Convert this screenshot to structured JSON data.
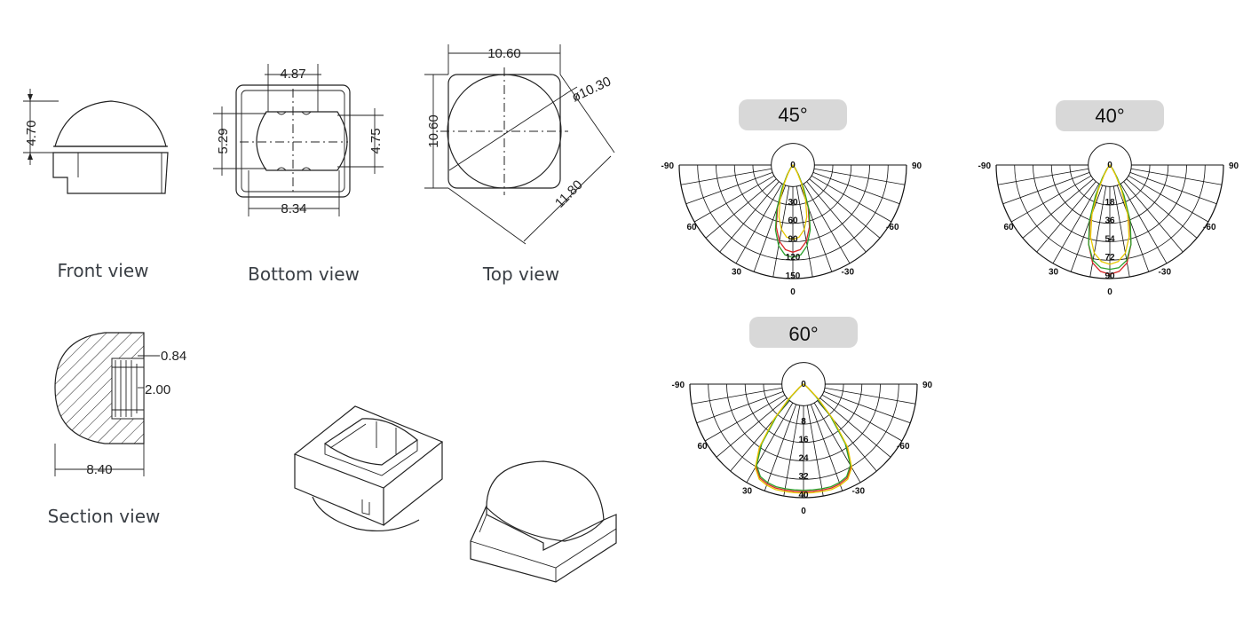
{
  "views": {
    "front": {
      "caption": "Front view",
      "height": "4.70"
    },
    "bottom": {
      "caption": "Bottom view",
      "top": "4.87",
      "left": "5.29",
      "right": "4.75",
      "bottom": "8.34"
    },
    "top": {
      "caption": "Top view",
      "width": "10.60",
      "height": "10.60",
      "diameter": "ø10.30",
      "diagonal": "11.80"
    },
    "section": {
      "caption": "Section view",
      "d1": "0.84",
      "d2": "2.00",
      "width": "8.40"
    }
  },
  "polar_charts": [
    {
      "label": "45°",
      "side_labels": [
        "-90",
        "90"
      ],
      "angle_labels": [
        "-60",
        "60",
        "-30",
        "30",
        "0"
      ],
      "radial_labels": [
        "0",
        "30",
        "60",
        "90",
        "120",
        "150"
      ],
      "max_value": 150,
      "curves": [
        {
          "color": "#d62728",
          "values": [
            [
              0,
              117
            ],
            [
              5,
              114
            ],
            [
              10,
              104
            ],
            [
              15,
              86
            ],
            [
              20,
              60
            ],
            [
              25,
              32
            ],
            [
              30,
              14
            ],
            [
              35,
              5
            ],
            [
              45,
              1
            ],
            [
              90,
              0
            ]
          ]
        },
        {
          "color": "#2ca02c",
          "values": [
            [
              0,
              124
            ],
            [
              5,
              121
            ],
            [
              10,
              110
            ],
            [
              15,
              90
            ],
            [
              20,
              63
            ],
            [
              25,
              34
            ],
            [
              30,
              15
            ],
            [
              35,
              6
            ],
            [
              45,
              1
            ],
            [
              90,
              0
            ]
          ]
        },
        {
          "color": "#e8c800",
          "values": [
            [
              0,
              100
            ],
            [
              5,
              97
            ],
            [
              10,
              88
            ],
            [
              15,
              72
            ],
            [
              20,
              50
            ],
            [
              25,
              27
            ],
            [
              30,
              12
            ],
            [
              35,
              4
            ],
            [
              45,
              1
            ],
            [
              90,
              0
            ]
          ]
        }
      ]
    },
    {
      "label": "40°",
      "side_labels": [
        "-90",
        "90"
      ],
      "angle_labels": [
        "-60",
        "60",
        "-30",
        "30",
        "0"
      ],
      "radial_labels": [
        "0",
        "18",
        "36",
        "54",
        "72",
        "90"
      ],
      "max_value": 90,
      "curves": [
        {
          "color": "#d62728",
          "values": [
            [
              0,
              88
            ],
            [
              5,
              86
            ],
            [
              10,
              80
            ],
            [
              15,
              66
            ],
            [
              20,
              46
            ],
            [
              25,
              24
            ],
            [
              30,
              10
            ],
            [
              35,
              4
            ],
            [
              45,
              1
            ],
            [
              90,
              0
            ]
          ]
        },
        {
          "color": "#2ca02c",
          "values": [
            [
              0,
              84
            ],
            [
              5,
              83
            ],
            [
              10,
              78
            ],
            [
              15,
              66
            ],
            [
              20,
              48
            ],
            [
              25,
              27
            ],
            [
              30,
              12
            ],
            [
              35,
              5
            ],
            [
              45,
              1
            ],
            [
              90,
              0
            ]
          ]
        },
        {
          "color": "#e8c800",
          "values": [
            [
              0,
              80
            ],
            [
              5,
              78
            ],
            [
              10,
              72
            ],
            [
              15,
              60
            ],
            [
              20,
              42
            ],
            [
              25,
              22
            ],
            [
              30,
              9
            ],
            [
              35,
              3
            ],
            [
              45,
              1
            ],
            [
              90,
              0
            ]
          ]
        }
      ]
    },
    {
      "label": "60°",
      "side_labels": [
        "-90",
        "90"
      ],
      "angle_labels": [
        "-60",
        "60",
        "-30",
        "30",
        "0"
      ],
      "radial_labels": [
        "0",
        "8",
        "16",
        "24",
        "32",
        "40"
      ],
      "max_value": 40,
      "curves": [
        {
          "color": "#d62728",
          "values": [
            [
              0,
              38.5
            ],
            [
              5,
              38.5
            ],
            [
              10,
              38.5
            ],
            [
              15,
              38.5
            ],
            [
              20,
              38
            ],
            [
              25,
              37
            ],
            [
              30,
              34
            ],
            [
              35,
              27
            ],
            [
              40,
              16
            ],
            [
              45,
              7
            ],
            [
              50,
              2
            ],
            [
              60,
              0.5
            ],
            [
              90,
              0
            ]
          ]
        },
        {
          "color": "#2ca02c",
          "values": [
            [
              0,
              38
            ],
            [
              5,
              38
            ],
            [
              10,
              38
            ],
            [
              15,
              38
            ],
            [
              20,
              37.5
            ],
            [
              25,
              36.5
            ],
            [
              30,
              33.5
            ],
            [
              35,
              26
            ],
            [
              40,
              15
            ],
            [
              45,
              6
            ],
            [
              50,
              2
            ],
            [
              60,
              0.5
            ],
            [
              90,
              0
            ]
          ]
        },
        {
          "color": "#e8c800",
          "values": [
            [
              0,
              39
            ],
            [
              5,
              39
            ],
            [
              10,
              39
            ],
            [
              15,
              39
            ],
            [
              20,
              38.5
            ],
            [
              25,
              37.5
            ],
            [
              30,
              34.5
            ],
            [
              35,
              27.5
            ],
            [
              40,
              16.5
            ],
            [
              45,
              7.5
            ],
            [
              50,
              2.5
            ],
            [
              60,
              0.5
            ],
            [
              90,
              0
            ]
          ]
        }
      ]
    }
  ]
}
